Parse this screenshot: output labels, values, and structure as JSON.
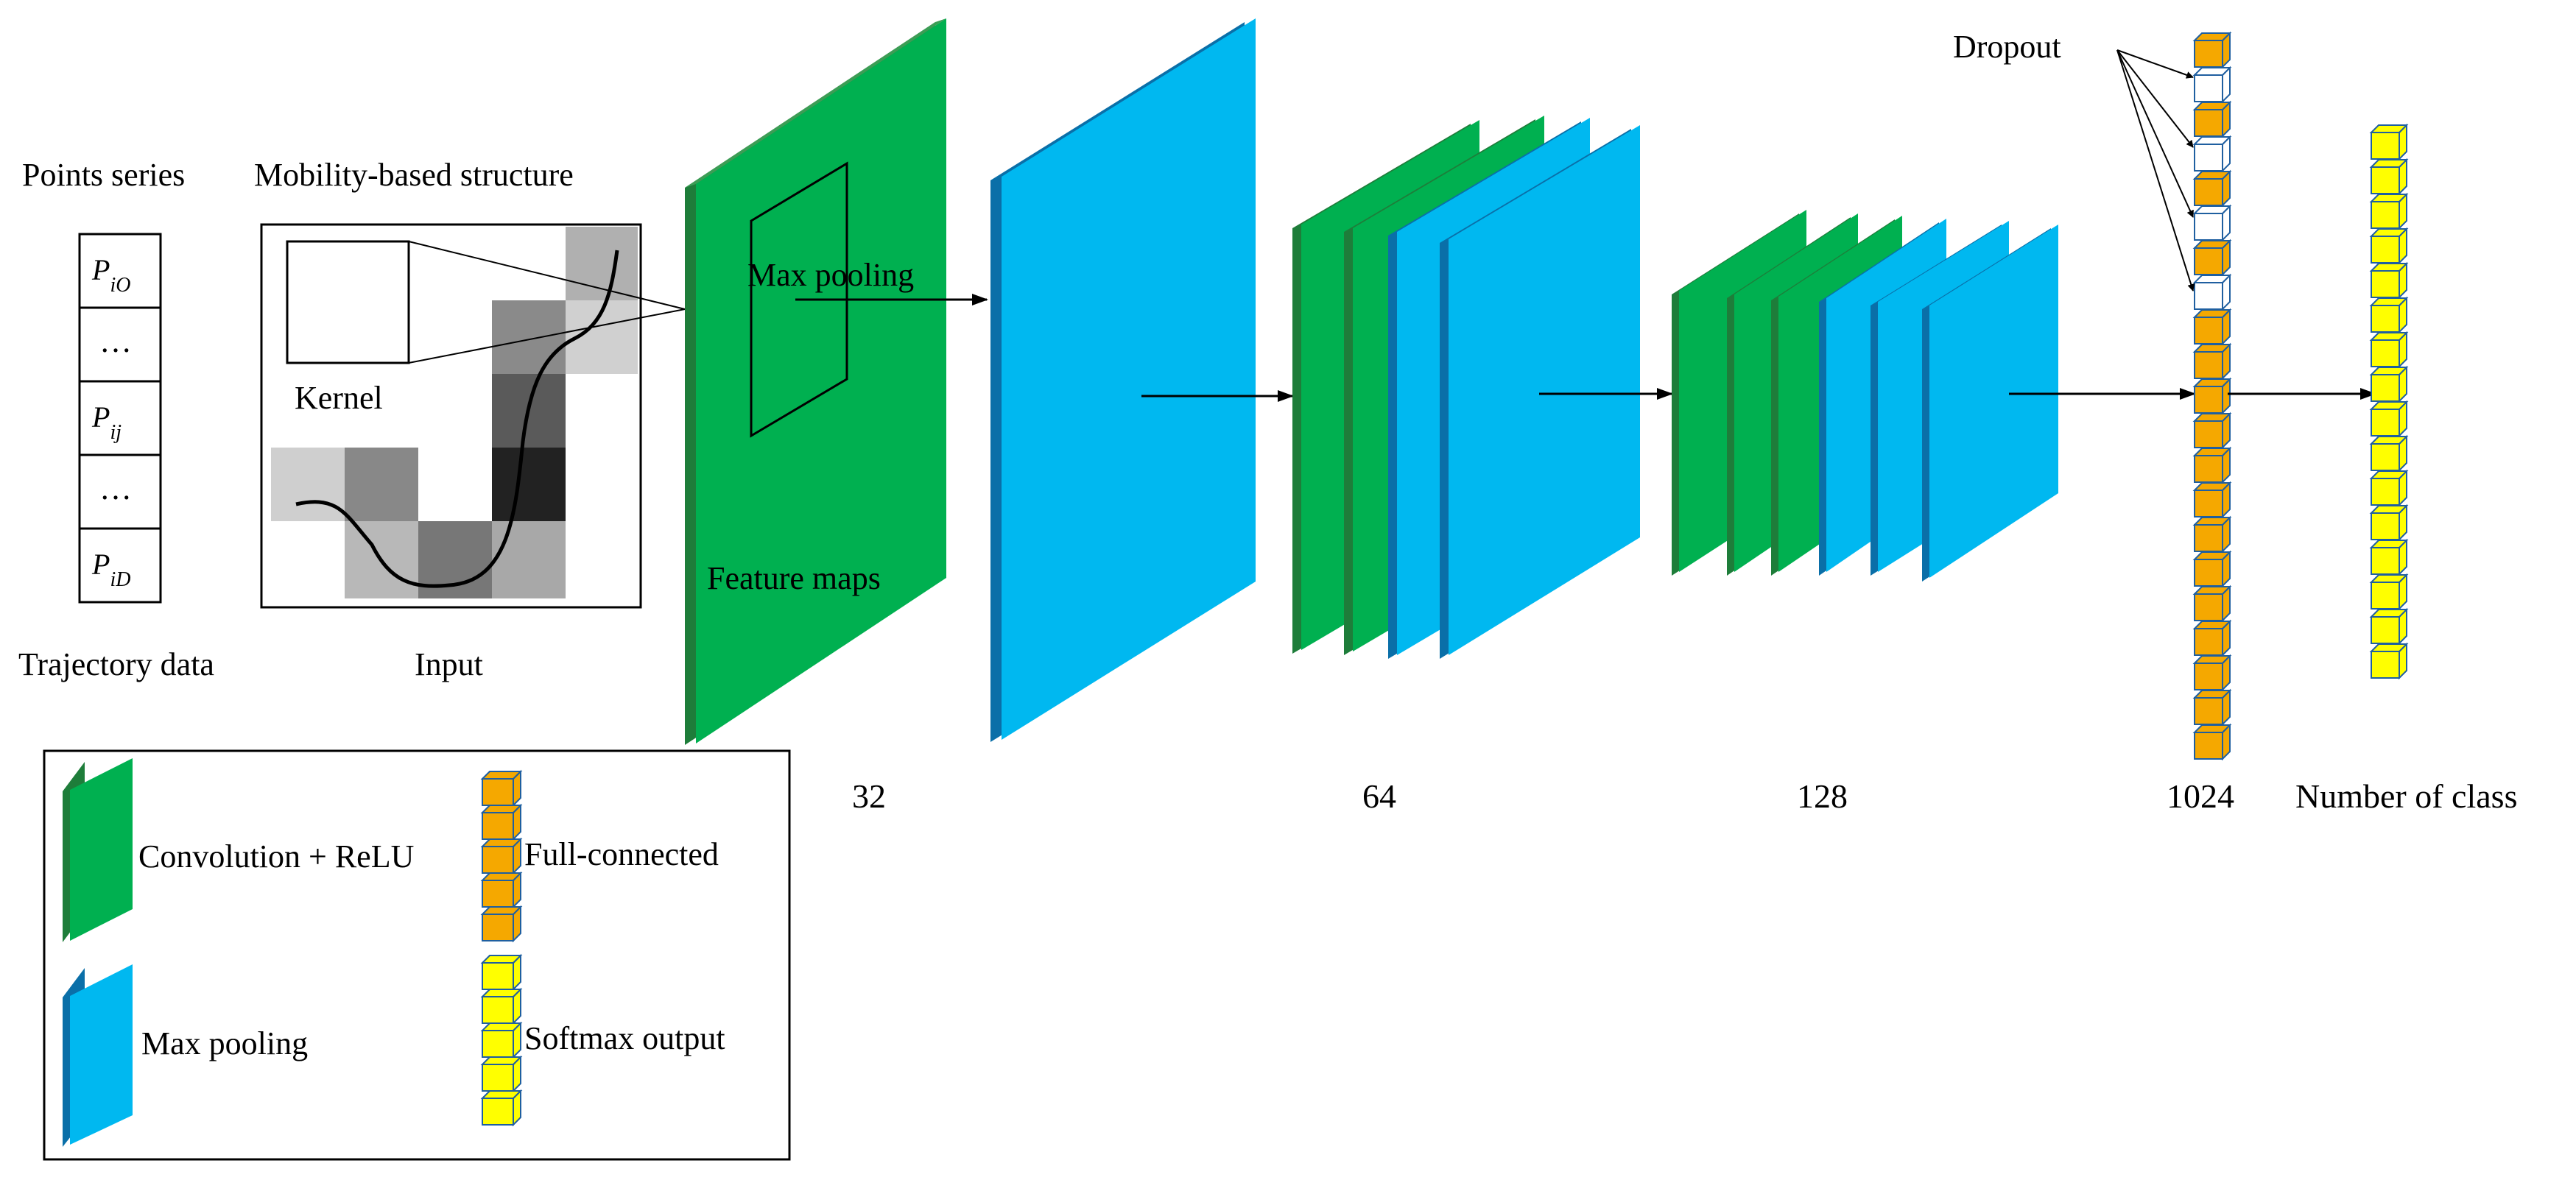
{
  "input_panel": {
    "points_series_title": "Points series",
    "mobility_title": "Mobility-based structure",
    "points": [
      "P",
      "…",
      "P",
      "…",
      "P"
    ],
    "point_subscripts": [
      "iO",
      "",
      "ij",
      "",
      "iD"
    ],
    "kernel_label": "Kernel",
    "trajectory_label": "Trajectory data",
    "input_label": "Input"
  },
  "network": {
    "max_pooling_label": "Max pooling",
    "feature_maps_label": "Feature maps",
    "dropout_label": "Dropout",
    "stage_labels": [
      "32",
      "64",
      "128",
      "1024",
      "Number of class"
    ]
  },
  "legend": {
    "conv_label": "Convolution + ReLU",
    "fc_label": "Full-connected",
    "pool_label": "Max pooling",
    "softmax_label": "Softmax output"
  },
  "colors": {
    "conv": "#00b050",
    "conv_dark": "#1e7d3a",
    "pool": "#00b8f0",
    "pool_dark": "#0a6fa8",
    "fc": "#f5a800",
    "softmax": "#ffff00"
  }
}
